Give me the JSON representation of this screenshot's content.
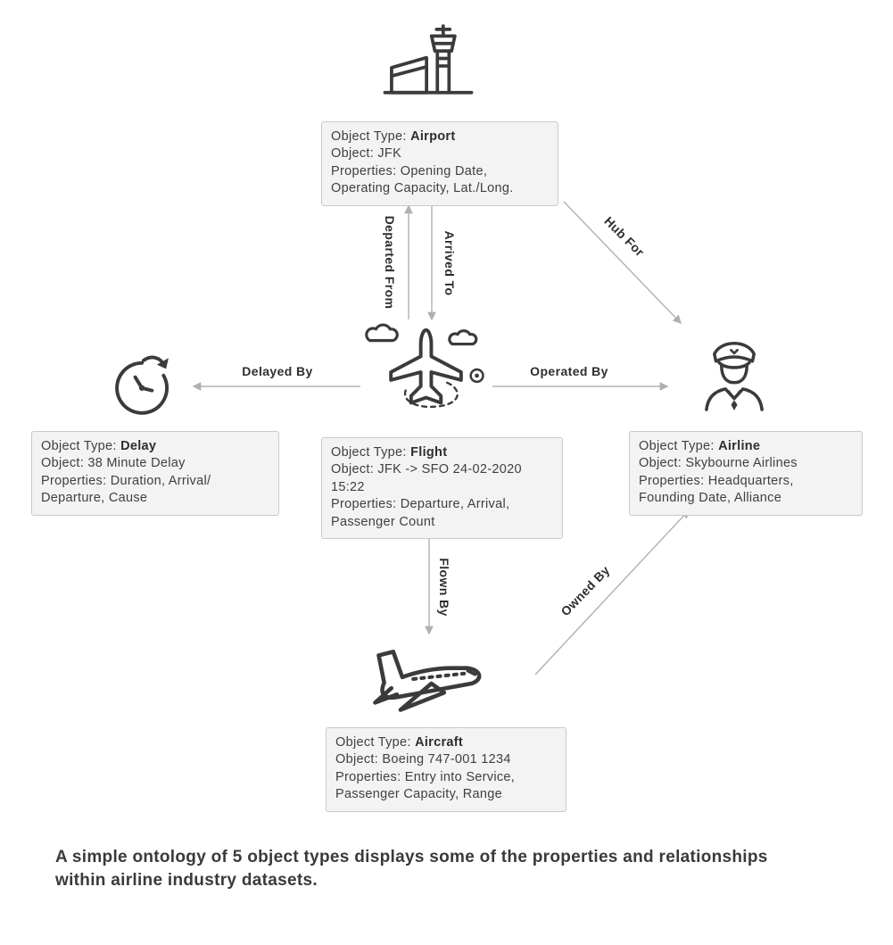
{
  "diagram": {
    "caption": "A simple ontology of 5 object types displays some of the properties and relationships within airline industry datasets."
  },
  "nodes": {
    "airport": {
      "icon": "control-tower-icon",
      "type_label": "Object Type: ",
      "type_value": "Airport",
      "object_line": "Object: JFK",
      "properties_line": "Properties: Opening Date, Operating Capacity, Lat./Long."
    },
    "flight": {
      "icon": "airplane-top-view-icon",
      "type_label": "Object Type: ",
      "type_value": "Flight",
      "object_line": "Object: JFK -> SFO 24-02-2020 15:22",
      "properties_line": "Properties: Departure, Arrival, Passenger Count"
    },
    "delay": {
      "icon": "clock-delay-icon",
      "type_label": "Object Type: ",
      "type_value": "Delay",
      "object_line": "Object: 38 Minute Delay",
      "properties_line": "Properties: Duration, Arrival/ Departure, Cause"
    },
    "airline": {
      "icon": "pilot-icon",
      "type_label": "Object Type: ",
      "type_value": "Airline",
      "object_line": "Object: Skybourne Airlines",
      "properties_line": "Properties: Headquarters, Founding Date, Alliance"
    },
    "aircraft": {
      "icon": "airplane-side-view-icon",
      "type_label": "Object Type: ",
      "type_value": "Aircraft",
      "object_line": "Object: Boeing 747-001 1234",
      "properties_line": "Properties: Entry into Service, Passenger Capacity, Range"
    }
  },
  "edges": {
    "departed_from": "Departed From",
    "arrived_to": "Arrived To",
    "hub_for": "Hub For",
    "delayed_by": "Delayed By",
    "operated_by": "Operated By",
    "flown_by": "Flown By",
    "owned_by": "Owned By"
  },
  "colors": {
    "icon_stroke": "#3b3b3b",
    "box_background": "#f3f3f3",
    "box_border": "#c9c9c9",
    "arrow": "#b0b0b0",
    "text": "#3f3f3f"
  }
}
